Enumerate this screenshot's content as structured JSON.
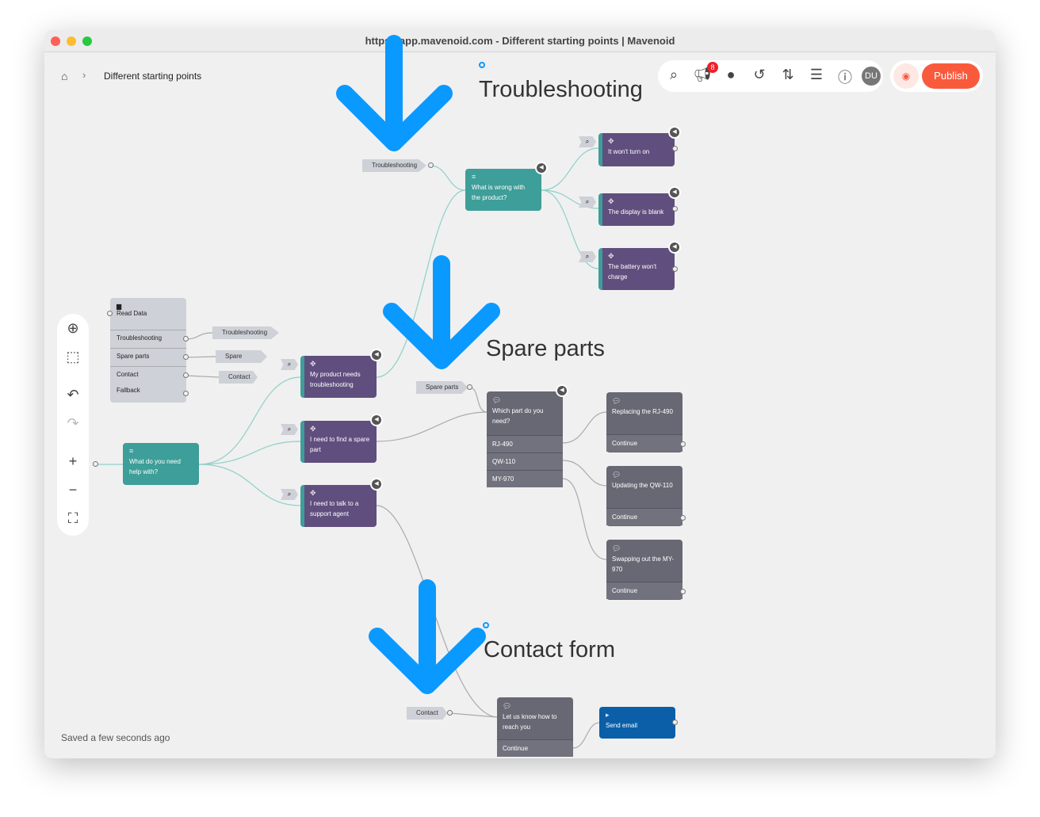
{
  "window": {
    "title": "https://app.mavenoid.com - Different starting points | Mavenoid"
  },
  "breadcrumb": {
    "home": "home-icon",
    "sep": "›",
    "current": "Different starting points"
  },
  "toolbar": {
    "notifications_count": "8",
    "avatar": "DU",
    "publish": "Publish"
  },
  "status": {
    "saved": "Saved a few seconds ago"
  },
  "headings": {
    "troubleshooting": "Troubleshooting",
    "spare_parts": "Spare parts",
    "contact_form": "Contact form"
  },
  "read_data": {
    "title": "Read Data",
    "rows": [
      "Troubleshooting",
      "Spare parts",
      "Contact",
      "Fallback"
    ]
  },
  "tags": {
    "troubleshooting": "Troubleshooting",
    "spare_parts": "Spare parts",
    "contact": "Contact",
    "t2": "Troubleshooting",
    "s2": "Spare parts",
    "c2": "Contact"
  },
  "nodes": {
    "what_wrong": "What is wrong with the product?",
    "wont_turn_on": "It won't turn on",
    "display_blank": "The display is blank",
    "battery": "The battery won't charge",
    "help": "What do you need help with?",
    "troubleshoot": "My product needs troubleshooting",
    "spare": "I need to find a spare part",
    "agent": "I need to talk to a support agent",
    "which_part": "Which part do you need?",
    "parts": [
      "RJ-490",
      "QW-110",
      "MY-970"
    ],
    "replacing": "Replacing the RJ-490",
    "updating": "Updating the QW-110",
    "swapping": "Swapping out the MY-970",
    "continue": "Continue",
    "reach": "Let us know how to reach you",
    "send_email": "Send email"
  },
  "colors": {
    "accent": "#fa5a3c",
    "teal": "#3e9e99",
    "purple": "#604e7e",
    "arrow": "#0a99ff",
    "email": "#0a5fa8"
  }
}
